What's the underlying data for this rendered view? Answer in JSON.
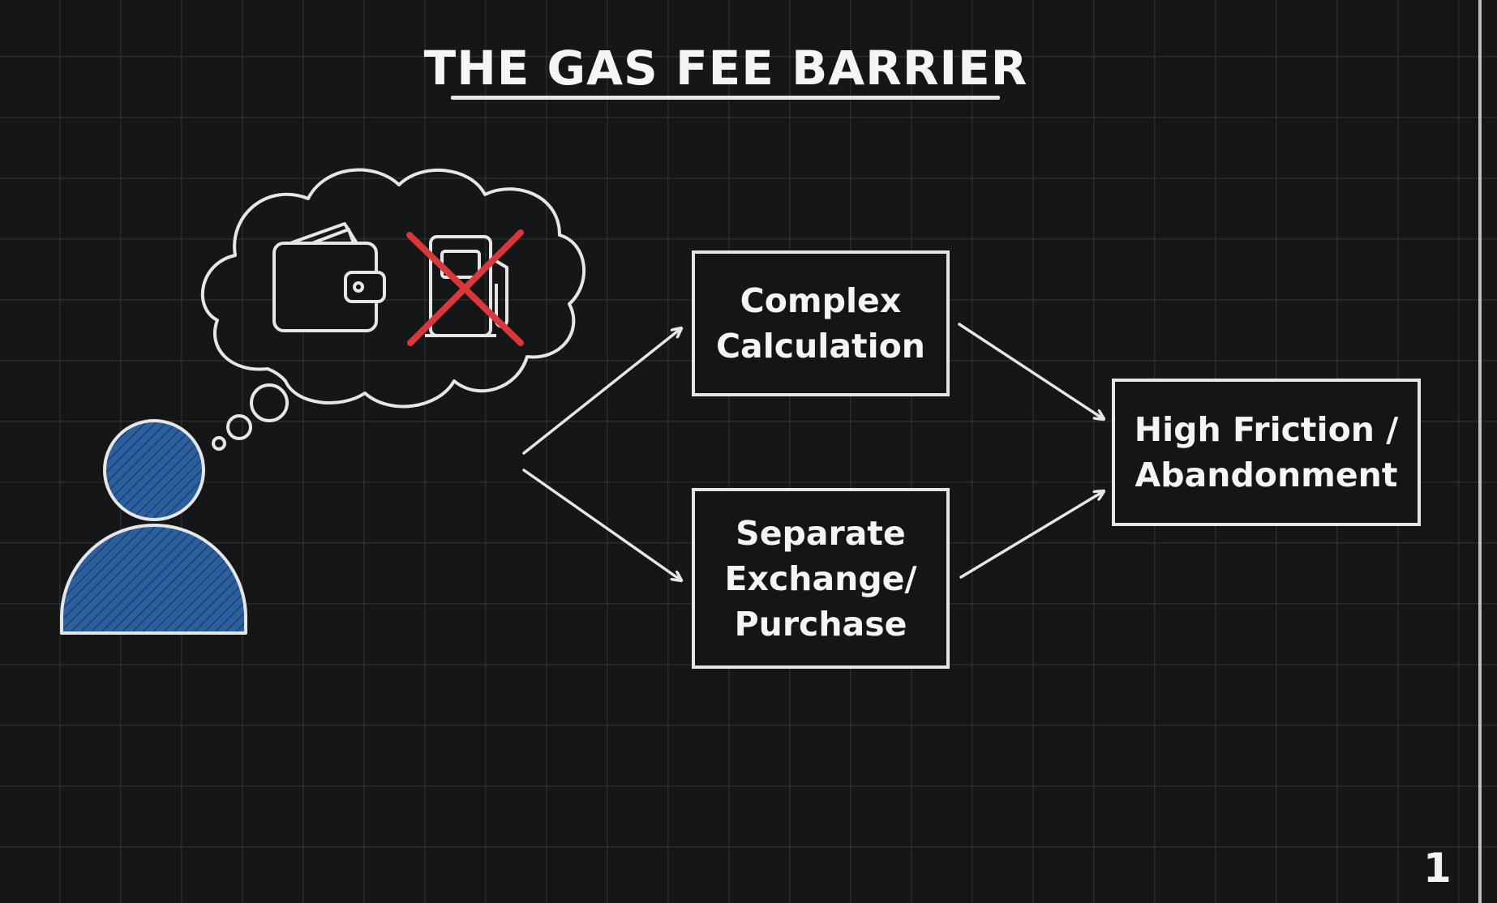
{
  "title": "THE GAS FEE BARRIER",
  "nodes": {
    "complex": "Complex\nCalculation",
    "separate": "Separate\nExchange/\nPurchase",
    "friction": "High Friction /\nAbandonment"
  },
  "page_number": "1",
  "colors": {
    "background": "#141618",
    "line": "#e6e6e6",
    "person_fill": "#2b5f9e",
    "cross": "#d9383a"
  },
  "icons": [
    "person-icon",
    "thought-cloud-icon",
    "wallet-icon",
    "gas-pump-icon",
    "cross-icon"
  ]
}
